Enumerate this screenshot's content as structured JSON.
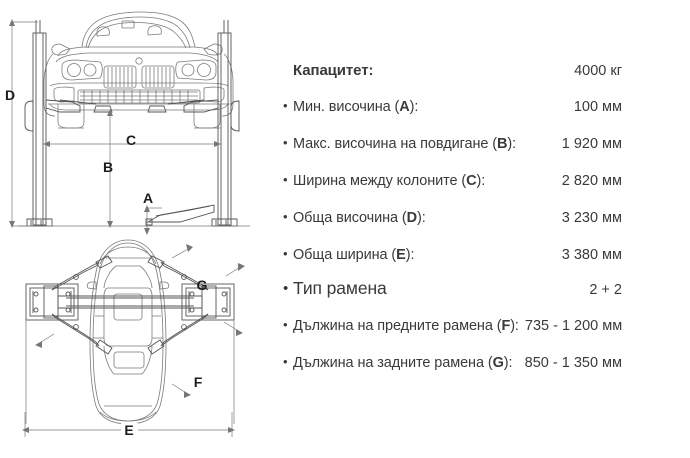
{
  "diagram": {
    "title": "two-post-car-lift-dimensions",
    "views": [
      {
        "name": "front-elevation",
        "letters": [
          "D",
          "C",
          "B",
          "A"
        ]
      },
      {
        "name": "top-plan",
        "letters": [
          "G",
          "F",
          "E"
        ]
      }
    ],
    "labels": {
      "D": "D",
      "C": "C",
      "B": "B",
      "A": "A",
      "E": "E",
      "F": "F",
      "G": "G"
    },
    "colors": {
      "line": "#6b6b6b",
      "car_line": "#7a7a7a",
      "text": "#1d1d1d",
      "background": "#ffffff"
    }
  },
  "spec": {
    "rows": [
      {
        "bullet": false,
        "label_prefix": "Капацитет:",
        "label_dim": "",
        "label_suffix": "",
        "value": "4000 кг",
        "emphasis": "capacity"
      },
      {
        "bullet": true,
        "label_prefix": "Мин. височина (",
        "label_dim": "A",
        "label_suffix": "):",
        "value": "100 мм",
        "emphasis": "normal"
      },
      {
        "bullet": true,
        "label_prefix": "Макс. височина на повдигане (",
        "label_dim": "B",
        "label_suffix": "):",
        "value": "1 920 мм",
        "emphasis": "normal"
      },
      {
        "bullet": true,
        "label_prefix": "Ширина между колоните (",
        "label_dim": "C",
        "label_suffix": "):",
        "value": "2 820 мм",
        "emphasis": "normal"
      },
      {
        "bullet": true,
        "label_prefix": "Обща височина (",
        "label_dim": "D",
        "label_suffix": "):",
        "value": "3 230 мм",
        "emphasis": "normal"
      },
      {
        "bullet": true,
        "label_prefix": "Обща ширина (",
        "label_dim": "E",
        "label_suffix": "):",
        "value": "3 380 мм",
        "emphasis": "normal"
      },
      {
        "bullet": true,
        "label_prefix": "Тип рамена",
        "label_dim": "",
        "label_suffix": "",
        "value": "2 + 2",
        "emphasis": "armtype"
      },
      {
        "bullet": true,
        "label_prefix": "Дължина на предните рамена (",
        "label_dim": "F",
        "label_suffix": "):",
        "value": "735 - 1 200 мм",
        "emphasis": "normal"
      },
      {
        "bullet": true,
        "label_prefix": "Дължина на задните рамена (",
        "label_dim": "G",
        "label_suffix": "):",
        "value": "850 - 1 350 мм",
        "emphasis": "normal"
      }
    ],
    "bullet_glyph": "•"
  }
}
